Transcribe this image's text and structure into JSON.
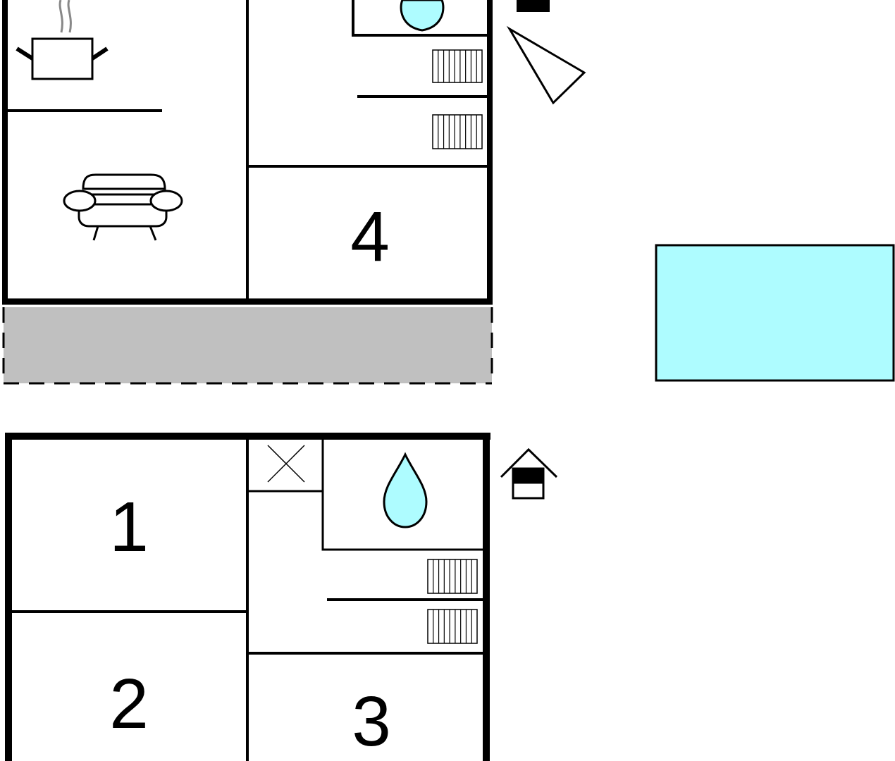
{
  "colors": {
    "wall": "#000000",
    "water": "#aefcff",
    "terrace": "#c0c0c0",
    "steam": "#888888",
    "background": "#ffffff"
  },
  "upper_floor": {
    "kitchen_icon": "cooking-pot-icon",
    "living_icon": "sofa-icon",
    "bathroom_icon": "water-drop-icon",
    "radiator_icon": "radiator-icon",
    "rooms": [
      {
        "label": "4"
      }
    ]
  },
  "terrace": {
    "icon": "terrace-area"
  },
  "pool": {
    "icon": "pool-area"
  },
  "lower_floor": {
    "entrance_icon": "house-entrance-icon",
    "storage_icon": "cross-box-icon",
    "bathroom_icon": "water-drop-icon",
    "radiator_icon": "radiator-icon",
    "rooms": [
      {
        "label": "1"
      },
      {
        "label": "2"
      },
      {
        "label": "3"
      }
    ]
  },
  "compass": {
    "icon": "north-arrow-icon"
  }
}
